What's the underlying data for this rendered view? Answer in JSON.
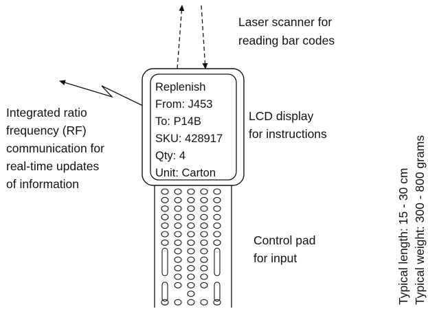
{
  "labels": {
    "laser": [
      "Laser scanner for",
      "reading bar codes"
    ],
    "rf": [
      "Integrated ratio",
      "frequency (RF)",
      "communication for",
      "real-time updates",
      "of information"
    ],
    "lcd": [
      "LCD display",
      "for instructions"
    ],
    "control": [
      "Control pad",
      "for input"
    ],
    "specs": [
      "Typical length: 15 - 30 cm",
      "Typical weight: 300 - 800 grams"
    ]
  },
  "screen": {
    "lines": [
      "Replenish",
      "From: J453",
      "To: P14B",
      "SKU: 428917",
      "Qty: 4",
      "Unit: Carton"
    ]
  },
  "keypad": {
    "rows": [
      [
        "round",
        "round",
        "round",
        "round",
        "round"
      ],
      [
        "round",
        "round",
        "round",
        "round",
        "round"
      ],
      [
        "round",
        "round",
        "round",
        "round",
        "round"
      ],
      [
        "round",
        "round",
        "round",
        "round",
        "round"
      ],
      [
        "round",
        "round",
        "round",
        "round",
        "round"
      ],
      [
        "round",
        "round",
        "round",
        "round",
        "round"
      ],
      [
        "round",
        "round",
        "round",
        "round",
        "round"
      ],
      [
        "tall",
        "round",
        "round",
        "round",
        "tall"
      ],
      [
        "tall",
        "round",
        "round",
        "round",
        "tall"
      ],
      [
        "tall",
        "round",
        "round",
        "round",
        "tall"
      ],
      [
        "none",
        "round",
        "round",
        "round",
        "none"
      ],
      [
        "tall",
        "round",
        "round",
        "round",
        "tall"
      ],
      [
        "tall",
        "none",
        "round",
        "none",
        "tall"
      ],
      [
        "round",
        "round",
        "round",
        "round",
        "round"
      ]
    ]
  }
}
